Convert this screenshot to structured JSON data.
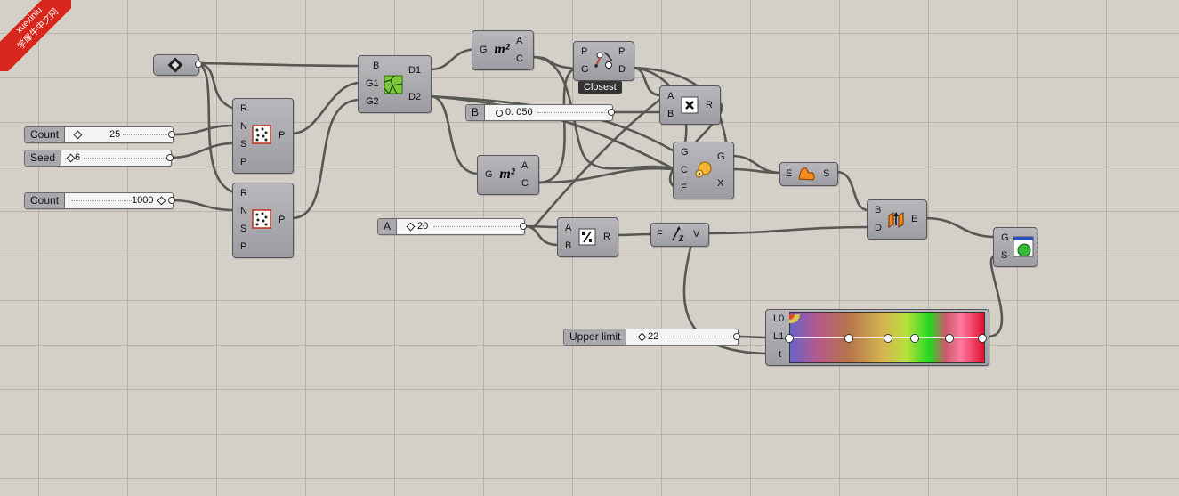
{
  "watermark": {
    "line1": "xuexiniu",
    "line2": "学犀牛中文网"
  },
  "nodes": {
    "params": {
      "icon": "diamond-param-icon"
    },
    "pop1": {
      "inputs": [
        "R",
        "N",
        "S",
        "P"
      ],
      "outputs": [
        "P"
      ],
      "icon": "populate-icon"
    },
    "pop2": {
      "inputs": [
        "R",
        "N",
        "S",
        "P"
      ],
      "outputs": [
        "P"
      ],
      "icon": "populate-icon"
    },
    "voronoi": {
      "inputs": [
        "B",
        "G1",
        "G2"
      ],
      "outputs": [
        "D1",
        "D2"
      ],
      "icon": "voronoi-icon"
    },
    "area1": {
      "inputs": [
        "G"
      ],
      "outputs": [
        "A",
        "C"
      ],
      "icon_text": "m²"
    },
    "area2": {
      "inputs": [
        "G"
      ],
      "outputs": [
        "A",
        "C"
      ],
      "icon_text": "m²"
    },
    "closest": {
      "inputs": [
        "P",
        "G"
      ],
      "outputs": [
        "P",
        "D"
      ],
      "icon": "closest-point-icon",
      "tag": "Closest"
    },
    "multiply": {
      "inputs": [
        "A",
        "B"
      ],
      "outputs": [
        "R"
      ],
      "icon": "multiply-icon"
    },
    "scale": {
      "inputs": [
        "G",
        "C",
        "F"
      ],
      "outputs": [
        "G",
        "X"
      ],
      "icon": "scale-icon"
    },
    "surface": {
      "inputs": [
        "E"
      ],
      "outputs": [
        "S"
      ],
      "icon": "boundary-surface-icon"
    },
    "division": {
      "inputs": [
        "A",
        "B"
      ],
      "outputs": [
        "R"
      ],
      "icon": "division-icon"
    },
    "unitz": {
      "inputs": [
        "F"
      ],
      "outputs": [
        "V"
      ],
      "icon": "unit-z-icon"
    },
    "extrude": {
      "inputs": [
        "B",
        "D"
      ],
      "outputs": [
        "E"
      ],
      "icon": "extrude-icon"
    },
    "preview": {
      "inputs": [
        "G",
        "S"
      ],
      "icon": "custom-preview-icon"
    },
    "gradient": {
      "inputs": [
        "L0",
        "L1",
        "t"
      ],
      "icon": "gradient-icon"
    }
  },
  "sliders": {
    "count1": {
      "label": "Count",
      "value": "25"
    },
    "seed": {
      "label": "Seed",
      "value": "6"
    },
    "count2": {
      "label": "Count",
      "value": "1000"
    },
    "b": {
      "label": "B",
      "value": "0. 050"
    },
    "a": {
      "label": "A",
      "value": "20"
    },
    "upper": {
      "label": "Upper limit",
      "value": "22"
    }
  },
  "colors": {
    "canvas": "#d4d0c8",
    "grid": "#a09c94",
    "component": "#a8a8ad",
    "wire": "#4a4a48",
    "watermark": "#d9261c"
  }
}
